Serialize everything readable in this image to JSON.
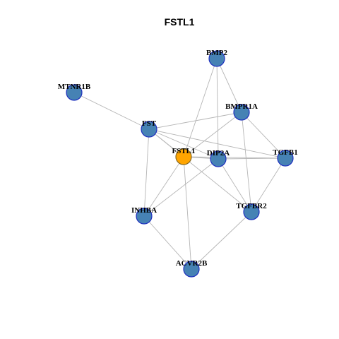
{
  "title": "FSTL1",
  "colors": {
    "background": "#ffffff",
    "edge": "#b5b5b5",
    "node_fill": "#4682B4",
    "node_stroke": "#1f2fbf",
    "center_fill": "#FFA500",
    "center_stroke": "#8a6a1f"
  },
  "nodes": [
    {
      "id": "BMP2",
      "label": "BMP2",
      "type": "gene"
    },
    {
      "id": "MTNR1B",
      "label": "MTNR1B",
      "type": "gene"
    },
    {
      "id": "BMPR1A",
      "label": "BMPR1A",
      "type": "gene"
    },
    {
      "id": "FST",
      "label": "FST",
      "type": "gene"
    },
    {
      "id": "FSTL1",
      "label": "FSTL1",
      "type": "center"
    },
    {
      "id": "DIP2A",
      "label": "DIP2A",
      "type": "gene"
    },
    {
      "id": "TGFB1",
      "label": "TGFB1",
      "type": "gene"
    },
    {
      "id": "INHBA",
      "label": "INHBA",
      "type": "gene"
    },
    {
      "id": "TGFBR2",
      "label": "TGFBR2",
      "type": "gene"
    },
    {
      "id": "ACVR2B",
      "label": "ACVR2B",
      "type": "gene"
    }
  ],
  "edges": [
    [
      "BMP2",
      "BMPR1A"
    ],
    [
      "BMP2",
      "FSTL1"
    ],
    [
      "BMP2",
      "DIP2A"
    ],
    [
      "MTNR1B",
      "FST"
    ],
    [
      "BMPR1A",
      "FST"
    ],
    [
      "BMPR1A",
      "FSTL1"
    ],
    [
      "BMPR1A",
      "TGFB1"
    ],
    [
      "BMPR1A",
      "TGFBR2"
    ],
    [
      "FST",
      "FSTL1"
    ],
    [
      "FST",
      "DIP2A"
    ],
    [
      "FST",
      "INHBA"
    ],
    [
      "FST",
      "TGFBR2"
    ],
    [
      "FST",
      "TGFB1"
    ],
    [
      "FSTL1",
      "DIP2A"
    ],
    [
      "FSTL1",
      "TGFB1"
    ],
    [
      "FSTL1",
      "INHBA"
    ],
    [
      "FSTL1",
      "ACVR2B"
    ],
    [
      "DIP2A",
      "TGFB1"
    ],
    [
      "DIP2A",
      "TGFBR2"
    ],
    [
      "DIP2A",
      "INHBA"
    ],
    [
      "TGFB1",
      "TGFBR2"
    ],
    [
      "INHBA",
      "ACVR2B"
    ],
    [
      "TGFBR2",
      "ACVR2B"
    ]
  ]
}
